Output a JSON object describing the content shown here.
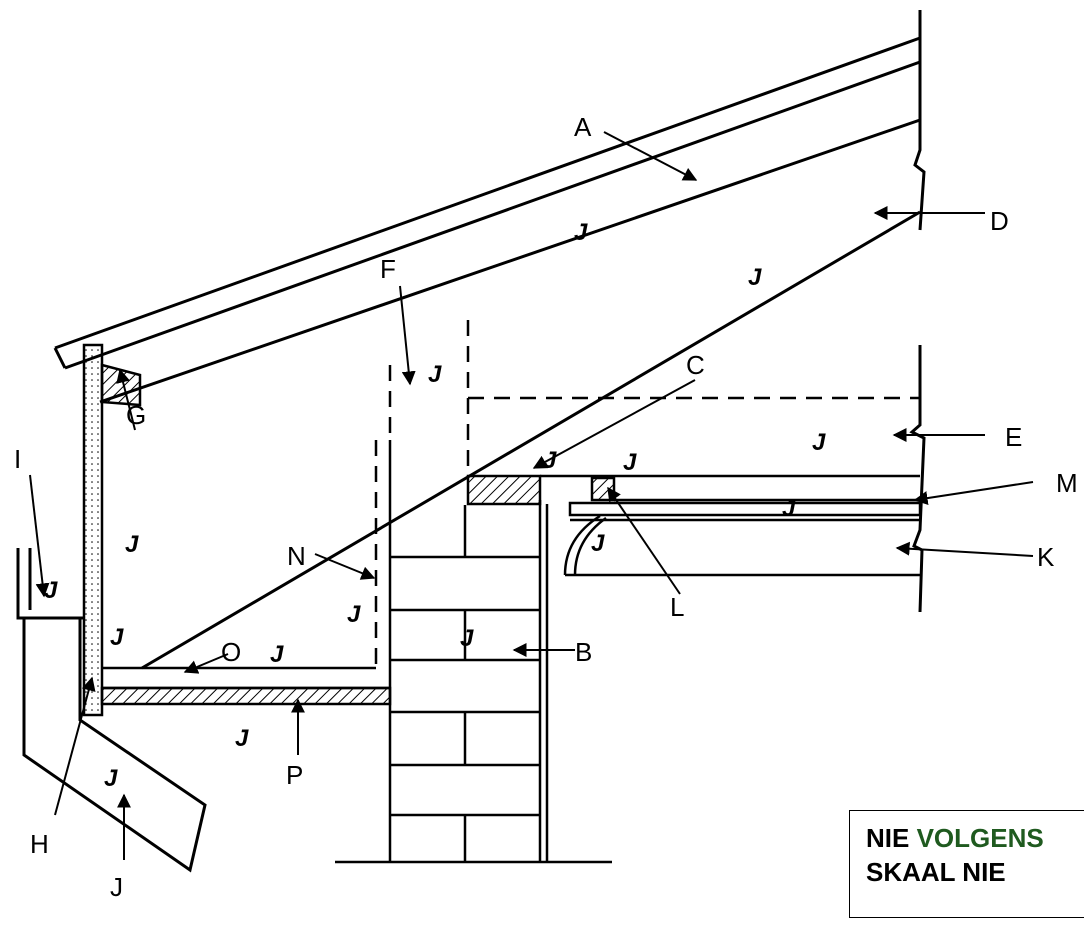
{
  "labels": {
    "A": "A",
    "B": "B",
    "C": "C",
    "D": "D",
    "E": "E",
    "F": "F",
    "G": "G",
    "H": "H",
    "I": "I",
    "J": "J",
    "K": "K",
    "L": "L",
    "M": "M",
    "N": "N",
    "O": "O",
    "P": "P"
  },
  "tick_mark": "J",
  "note": {
    "line1_prefix": "NIE",
    "line1_highlight": "VOLGENS",
    "line2": "SKAAL NIE"
  },
  "colors": {
    "highlight": "#1f5a1f",
    "line": "#000000"
  }
}
